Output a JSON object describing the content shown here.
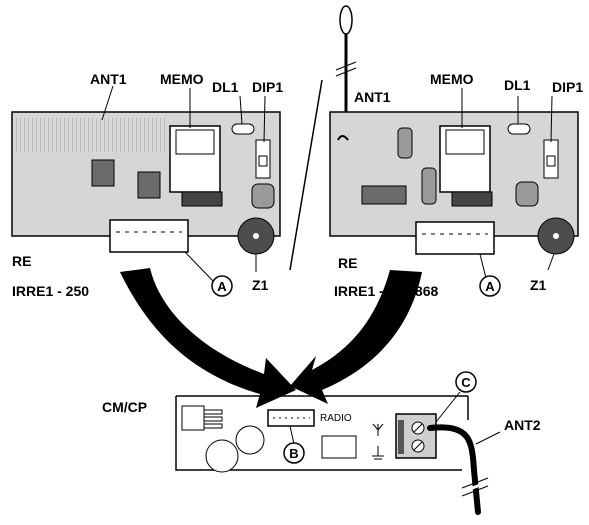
{
  "left_board": {
    "labels": {
      "ant": "ANT1",
      "memo": "MEMO",
      "dl": "DL1",
      "dip": "DIP1",
      "re": "RE",
      "model": "IRRE1 - 250",
      "z": "Z1",
      "callout": "A"
    }
  },
  "right_board": {
    "labels": {
      "ant": "ANT1",
      "memo": "MEMO",
      "dl": "DL1",
      "dip": "DIP1",
      "re": "RE",
      "model": "IRRE1 - 250/868",
      "z": "Z1",
      "callout": "A"
    }
  },
  "main_board": {
    "labels": {
      "cmcp": "CM/CP",
      "radio": "RADIO",
      "connector_callout": "B",
      "terminal_callout": "C",
      "ant2": "ANT2"
    }
  },
  "colors": {
    "board_fill": "#d6d6d6",
    "line": "#000000",
    "arrow": "#000000"
  }
}
